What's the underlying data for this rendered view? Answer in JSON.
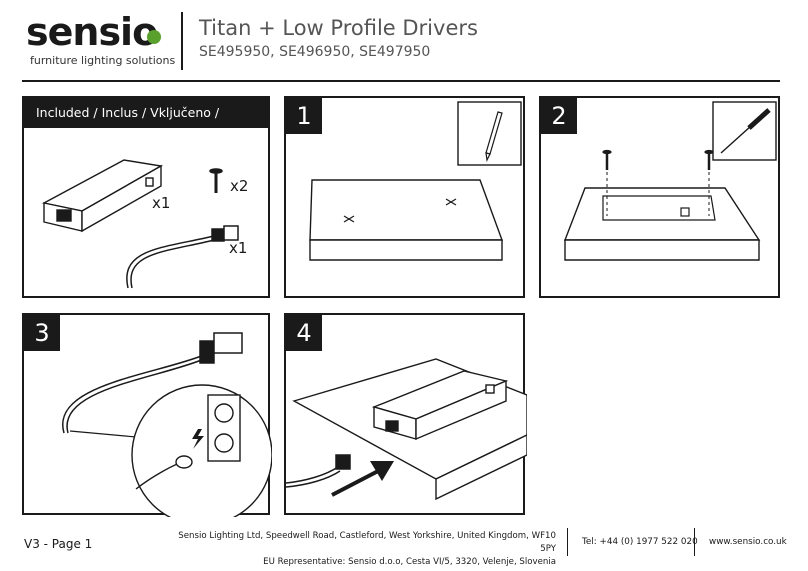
{
  "header": {
    "brand": "sensio",
    "tagline": "furniture lighting solutions",
    "title": "Titan + Low Profile Drivers",
    "codes": "SE495950, SE496950, SE497950",
    "brand_color": "#5aa02c"
  },
  "included": {
    "heading": "Included / Inclus / Vključeno / Uključeno",
    "driver_qty": "x1",
    "screw_qty": "x2",
    "cable_qty": "x1"
  },
  "steps": [
    {
      "number": "1",
      "tool_icon": "pencil-icon"
    },
    {
      "number": "2",
      "tool_icon": "screwdriver-icon"
    },
    {
      "number": "3",
      "symbol": "lightning-icon"
    },
    {
      "number": "4"
    }
  ],
  "footer": {
    "version": "V3 - Page 1",
    "address_line1": "Sensio Lighting Ltd, Speedwell Road, Castleford, West Yorkshire, United Kingdom, WF10 5PY",
    "address_line2": "EU Representative: Sensio d.o.o, Cesta VI/5, 3320, Velenje, Slovenia",
    "tel": "Tel: +44 (0) 1977 522 020",
    "web": "www.sensio.co.uk"
  }
}
